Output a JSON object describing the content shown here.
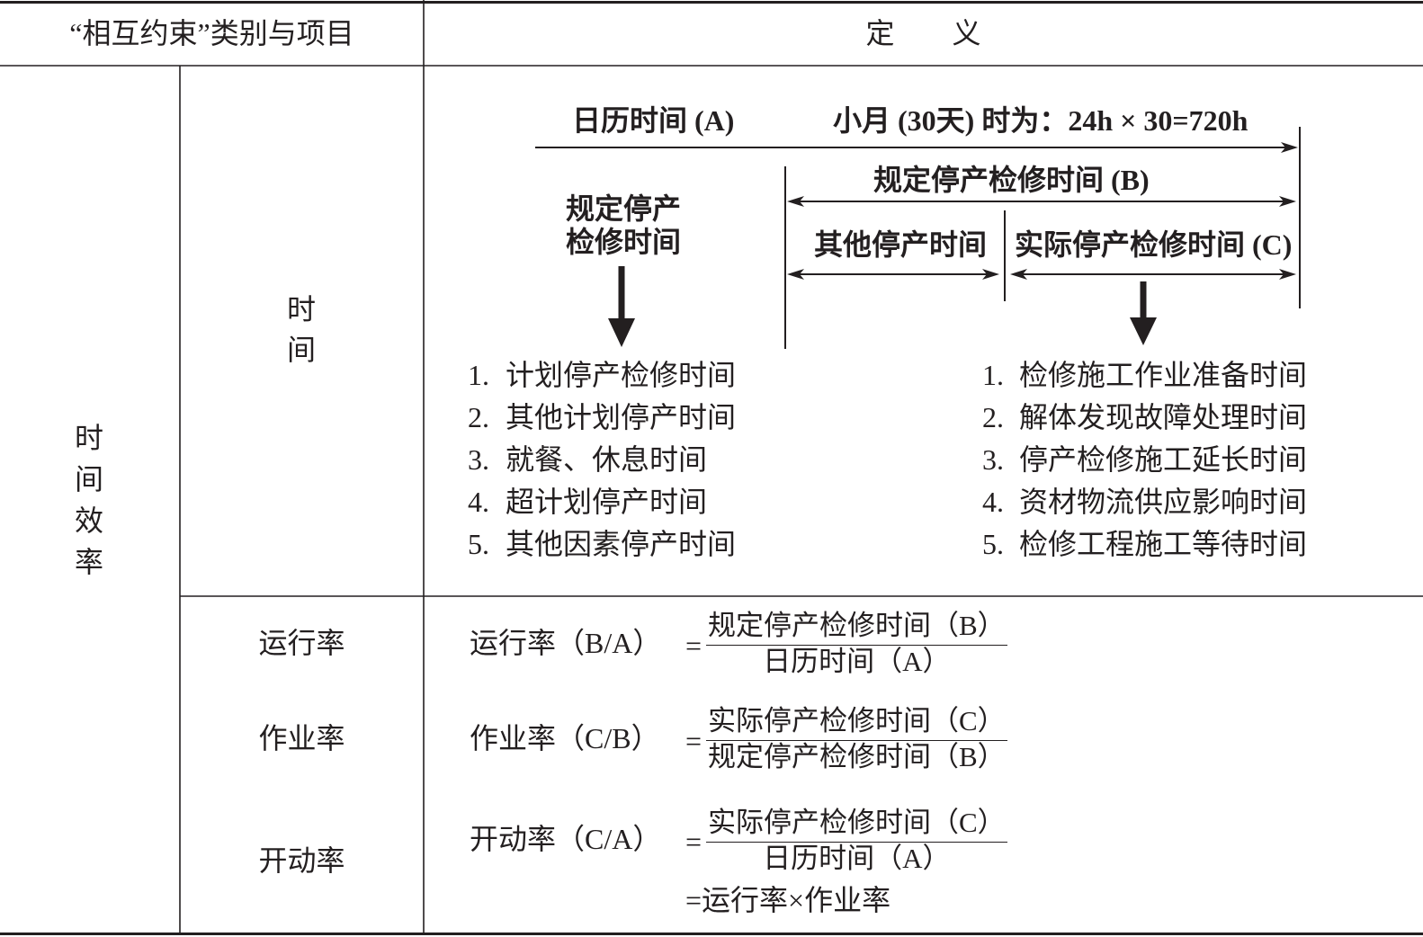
{
  "colors": {
    "ink": "#231f20",
    "paper": "#ffffff"
  },
  "header": {
    "category_label": "“相互约束”类别与项目",
    "definition_label": "定　　义"
  },
  "category": {
    "label": "时间效率"
  },
  "time_row": {
    "label": "时间"
  },
  "diagram": {
    "calendar_time_label": "日历时间 (A)",
    "calendar_time_note": "小月 (30天) 时为：24h × 30=720h",
    "scheduled_time_label": "规定停产检修时间 (B)",
    "scheduled_breakdown_title": [
      "规定停产",
      "检修时间"
    ],
    "other_shutdown_label": "其他停产时间",
    "actual_maintenance_label": "实际停产检修时间 (C)",
    "scheduled_breakdown": [
      {
        "num": "1.",
        "text": "计划停产检修时间"
      },
      {
        "num": "2.",
        "text": "其他计划停产时间"
      },
      {
        "num": "3.",
        "text": "就餐、休息时间"
      },
      {
        "num": "4.",
        "text": "超计划停产时间"
      },
      {
        "num": "5.",
        "text": "其他因素停产时间"
      }
    ],
    "actual_breakdown": [
      {
        "num": "1.",
        "text": "检修施工作业准备时间"
      },
      {
        "num": "2.",
        "text": "解体发现故障处理时间"
      },
      {
        "num": "3.",
        "text": "停产检修施工延长时间"
      },
      {
        "num": "4.",
        "text": "资材物流供应影响时间"
      },
      {
        "num": "5.",
        "text": "检修工程施工等待时间"
      }
    ]
  },
  "rates": [
    {
      "name": "运行率",
      "formula": "运行率（B/A）",
      "equals": "=",
      "numerator": "规定停产检修时间（B）",
      "denominator": "日历时间（A）"
    },
    {
      "name": "作业率",
      "formula": "作业率（C/B）",
      "equals": "=",
      "numerator": "实际停产检修时间（C）",
      "denominator": "规定停产检修时间（B）"
    },
    {
      "name": "开动率",
      "formula": "开动率（C/A）",
      "equals": "=",
      "numerator": "实际停产检修时间（C）",
      "denominator": "日历时间（A）",
      "identity": "=运行率×作业率"
    }
  ]
}
